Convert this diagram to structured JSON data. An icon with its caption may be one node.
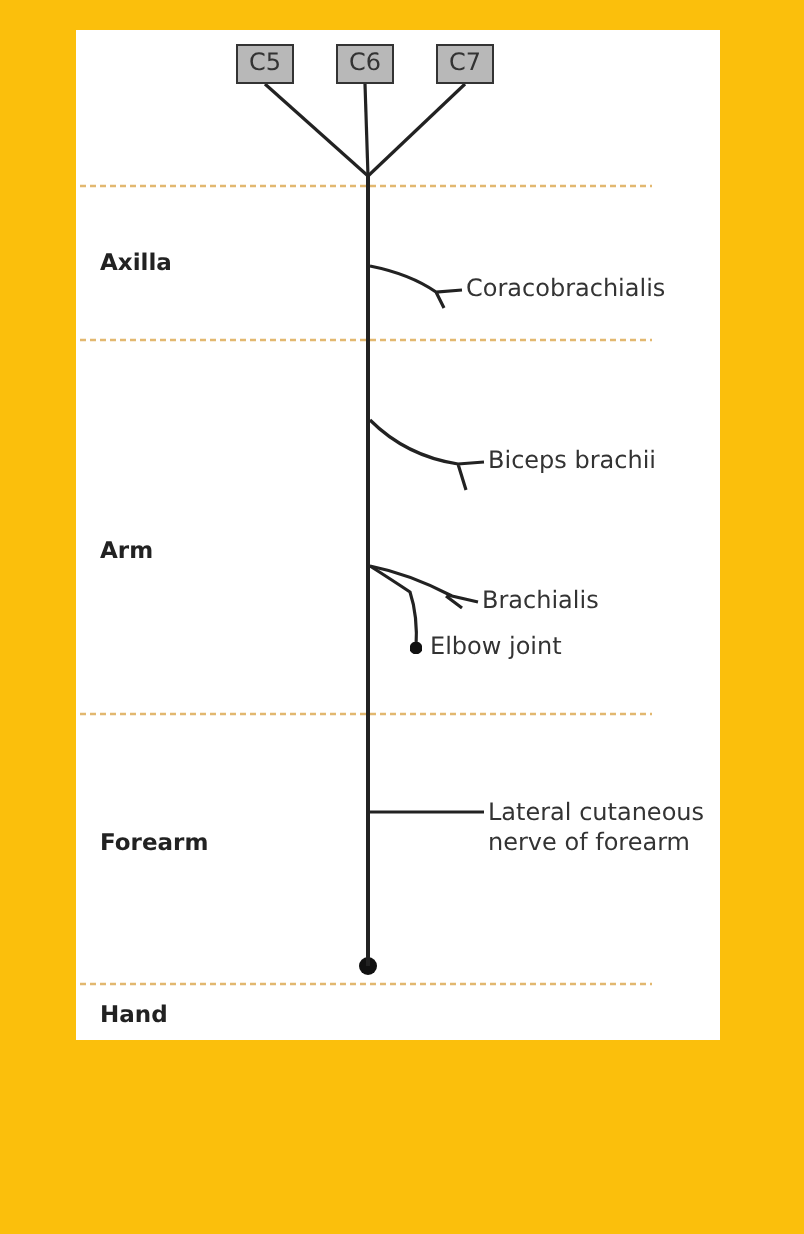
{
  "diagram": {
    "nodes": [
      {
        "text": [
          "C5"
        ]
      },
      {
        "text": [
          "C6"
        ]
      },
      {
        "text": [
          "C7"
        ]
      },
      {
        "text": [],
        "shape": "bar"
      },
      {
        "text": [
          "Coracobrachialis"
        ]
      },
      {
        "text": [
          "Biceps brachii"
        ]
      },
      {
        "text": [
          "Brachialis"
        ]
      },
      {
        "text": [
          "Elbow joint"
        ]
      },
      {
        "text": [
          "Lateral cutaneous nerve of forearm"
        ]
      }
    ],
    "edges": [
      {
        "from": 0,
        "to": 3,
        "arrow": "none"
      },
      {
        "from": 1,
        "to": 3,
        "arrow": "none"
      },
      {
        "from": 2,
        "to": 3,
        "arrow": "none"
      },
      {
        "from": 3,
        "to": 4,
        "arrow": "none"
      },
      {
        "from": 3,
        "to": 5,
        "arrow": "none"
      },
      {
        "from": 3,
        "to": 6,
        "arrow": "none"
      },
      {
        "from": 3,
        "to": 7,
        "arrow": "other"
      },
      {
        "from": 3,
        "to": 8,
        "arrow": "none"
      }
    ],
    "labels": [
      "Axilla",
      "Arm",
      "Forearm",
      "Hand"
    ]
  }
}
